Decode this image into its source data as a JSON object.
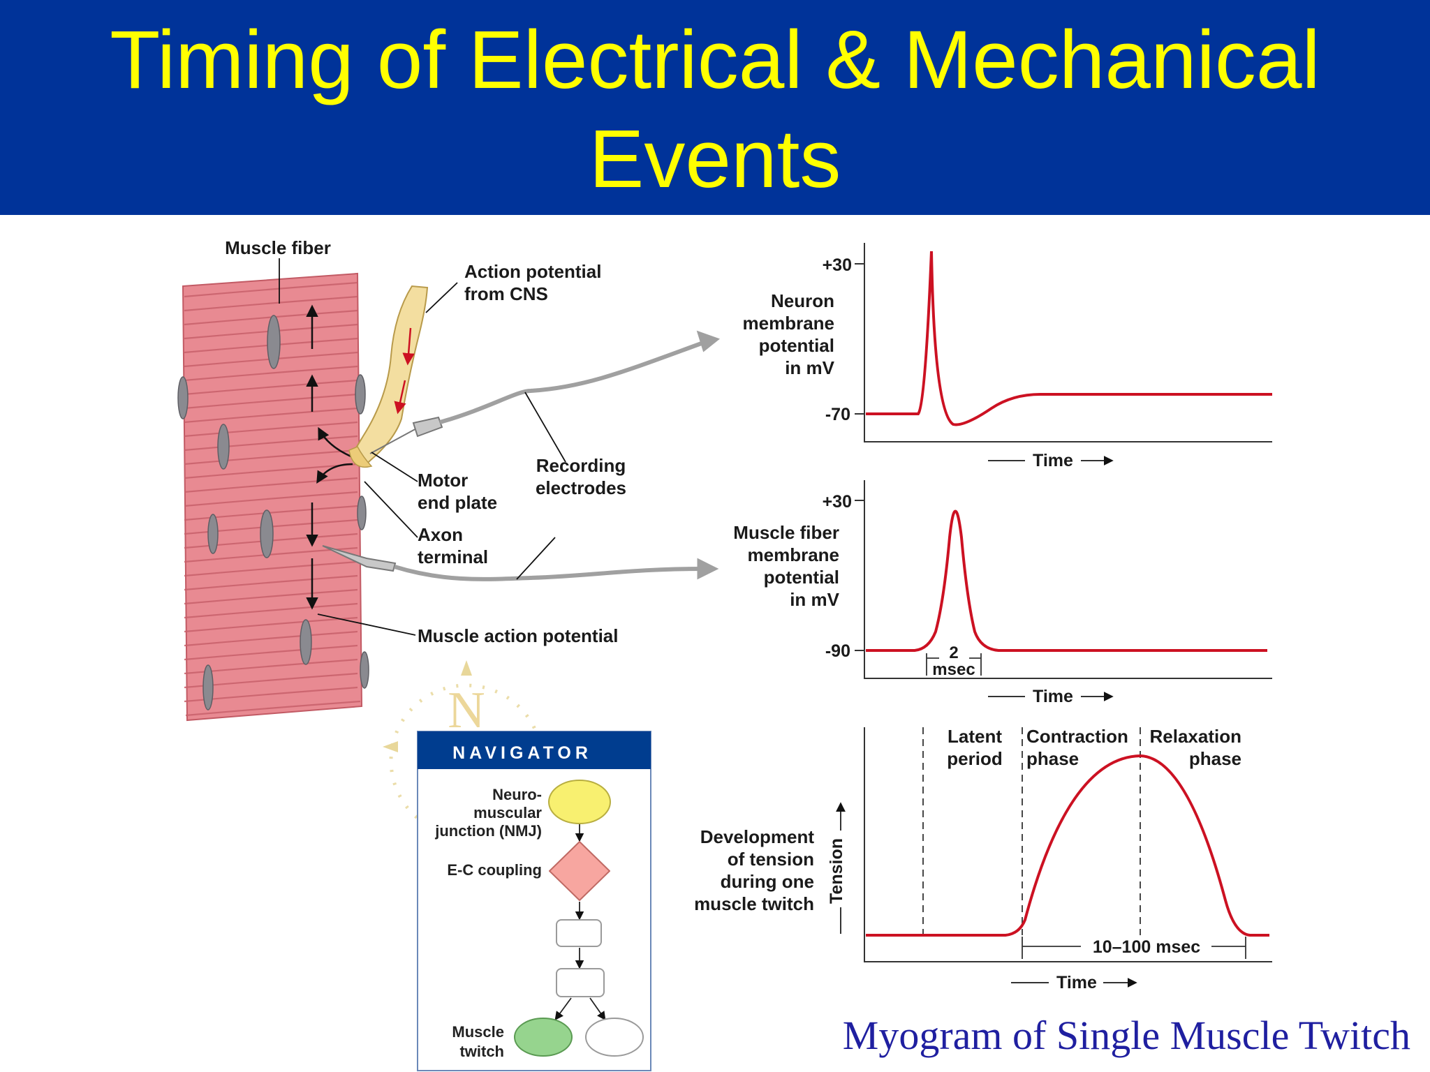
{
  "title": {
    "line1": "Timing of Electrical & Mechanical",
    "line2": "Events"
  },
  "caption": "Myogram of Single Muscle Twitch",
  "colors": {
    "title_bar": "#003399",
    "title_text": "#ffff00",
    "caption": "#1f1fa0",
    "trace": "#cc1122",
    "muscle_fiber": "#e88a92",
    "axon": "#f3deA0",
    "navigator_header": "#003d8f"
  },
  "diagram": {
    "labels": {
      "muscle_fiber": "Muscle fiber",
      "action_potential_l1": "Action potential",
      "action_potential_l2": "from CNS",
      "motor_l1": "Motor",
      "motor_l2": "end plate",
      "recording_l1": "Recording",
      "recording_l2": "electrodes",
      "axon_l1": "Axon",
      "axon_l2": "terminal",
      "muscle_action_potential": "Muscle action potential"
    },
    "neuron_graph": {
      "ylabel_l1": "Neuron",
      "ylabel_l2": "membrane",
      "ylabel_l3": "potential",
      "ylabel_l4": "in mV",
      "tick_top": "+30",
      "tick_bottom": "-70",
      "xlabel": "Time"
    },
    "muscle_graph": {
      "ylabel_l1": "Muscle fiber",
      "ylabel_l2": "membrane",
      "ylabel_l3": "potential",
      "ylabel_l4": "in mV",
      "tick_top": "+30",
      "tick_bottom": "-90",
      "duration_l1": "2",
      "duration_l2": "msec",
      "xlabel": "Time"
    },
    "tension_graph": {
      "phase1_l1": "Latent",
      "phase1_l2": "period",
      "phase2_l1": "Contraction",
      "phase2_l2": "phase",
      "phase3_l1": "Relaxation",
      "phase3_l2": "phase",
      "desc_l1": "Development",
      "desc_l2": "of tension",
      "desc_l3": "during one",
      "desc_l4": "muscle twitch",
      "ylabel": "Tension",
      "duration": "10–100 msec",
      "xlabel": "Time"
    },
    "navigator": {
      "logo_letter": "N",
      "header": "NAVIGATOR",
      "nmj_l1": "Neuro-",
      "nmj_l2": "muscular",
      "nmj_l3": "junction (NMJ)",
      "ec": "E-C coupling",
      "twitch_l1": "Muscle",
      "twitch_l2": "twitch"
    }
  }
}
